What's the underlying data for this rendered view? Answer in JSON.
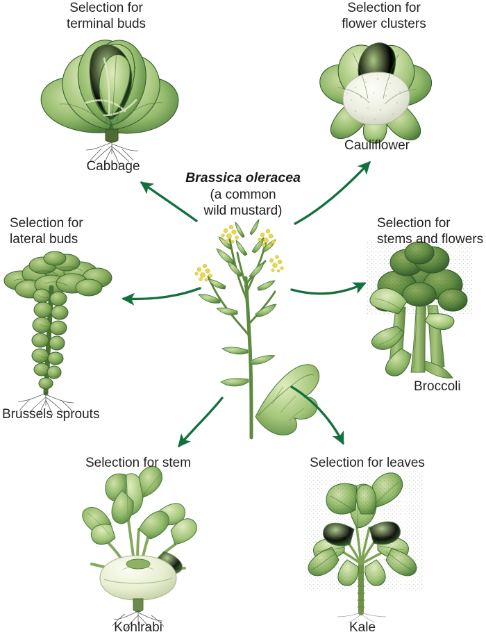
{
  "figure": {
    "center": {
      "binomial": "Brassica oleracea",
      "common_line1": "(a common",
      "common_line2": "wild mustard)"
    },
    "arrow_color": "#12703f",
    "branches": [
      {
        "id": "cabbage",
        "selection_label": "Selection for\nterminal buds",
        "plant_name": "Cabbage"
      },
      {
        "id": "cauliflower",
        "selection_label": "Selection for\nflower clusters",
        "plant_name": "Cauliflower"
      },
      {
        "id": "brussels-sprouts",
        "selection_label": "Selection for\nlateral buds",
        "plant_name": "Brussels sprouts"
      },
      {
        "id": "broccoli",
        "selection_label": "Selection for\nstems and flowers",
        "plant_name": "Broccoli"
      },
      {
        "id": "kohlrabi",
        "selection_label": "Selection for stem",
        "plant_name": "Kohlrabi"
      },
      {
        "id": "kale",
        "selection_label": "Selection for leaves",
        "plant_name": "Kale"
      }
    ]
  }
}
